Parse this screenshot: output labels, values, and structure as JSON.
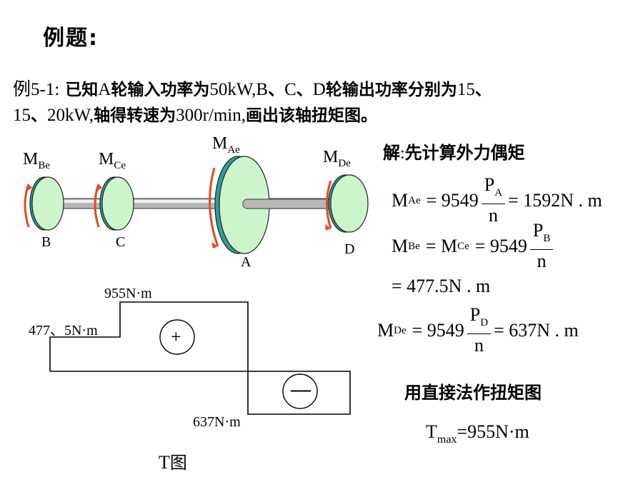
{
  "title": "例题:",
  "problem": {
    "prefix": "例5-1:",
    "p1": " 已知",
    "p2": "A",
    "p3": "轮输入功率为",
    "p4": "50kW,B",
    "p5": "、",
    "p6": "C",
    "p7": "、",
    "p8": "D",
    "p9": "轮输出功率分别为",
    "p10": "15",
    "p11": "、",
    "p12": "15",
    "p13": "、",
    "p14": "20kW,",
    "p15": "轴得转速为",
    "p16": "300r/min,",
    "p17": "画出该轴扭矩图。"
  },
  "shaft_figure": {
    "moments": [
      {
        "sym": "M",
        "sub": "Be"
      },
      {
        "sym": "M",
        "sub": "Ce"
      },
      {
        "sym": "M",
        "sub": "Ae"
      },
      {
        "sym": "M",
        "sub": "De"
      }
    ],
    "wheels": [
      "B",
      "C",
      "A",
      "D"
    ],
    "colors": {
      "disk": "#ccf5cc",
      "rim": "#2aa198",
      "arrow": "#e8481c",
      "shaft": "#b8b8b8"
    }
  },
  "torque_diagram": {
    "label_max": "955N·m",
    "label_left": "477、5N·m",
    "label_neg": "637N·m",
    "plus": "+",
    "minus": "—",
    "caption_T": "T",
    "caption_cn": "图",
    "segments": [
      477.5,
      955,
      -637
    ]
  },
  "solution": {
    "heading_a": "解",
    "heading_b": ":",
    "heading_c": "先计算外力偶矩",
    "eq1": {
      "lhs": "M",
      "lhs_sub": "Ae",
      "eq": "= 9549",
      "num": "P",
      "num_sub": "A",
      "den": "n",
      "rhs": "= 1592N . m"
    },
    "eq2": {
      "lhs": "M",
      "lhs_sub": "Be",
      "mid": "= M",
      "mid_sub": "Ce",
      "eq": "= 9549",
      "num": "P",
      "num_sub": "B",
      "den": "n"
    },
    "eq2b": "= 477.5N . m",
    "eq3": {
      "lhs": "M",
      "lhs_sub": "De",
      "eq": "= 9549",
      "num": "P",
      "num_sub": "D",
      "den": "n",
      "rhs": "= 637N . m"
    },
    "method": "用直接法作扭矩图",
    "tmax": {
      "sym": "T",
      "sub": "max",
      "val": "=955N·m"
    }
  }
}
